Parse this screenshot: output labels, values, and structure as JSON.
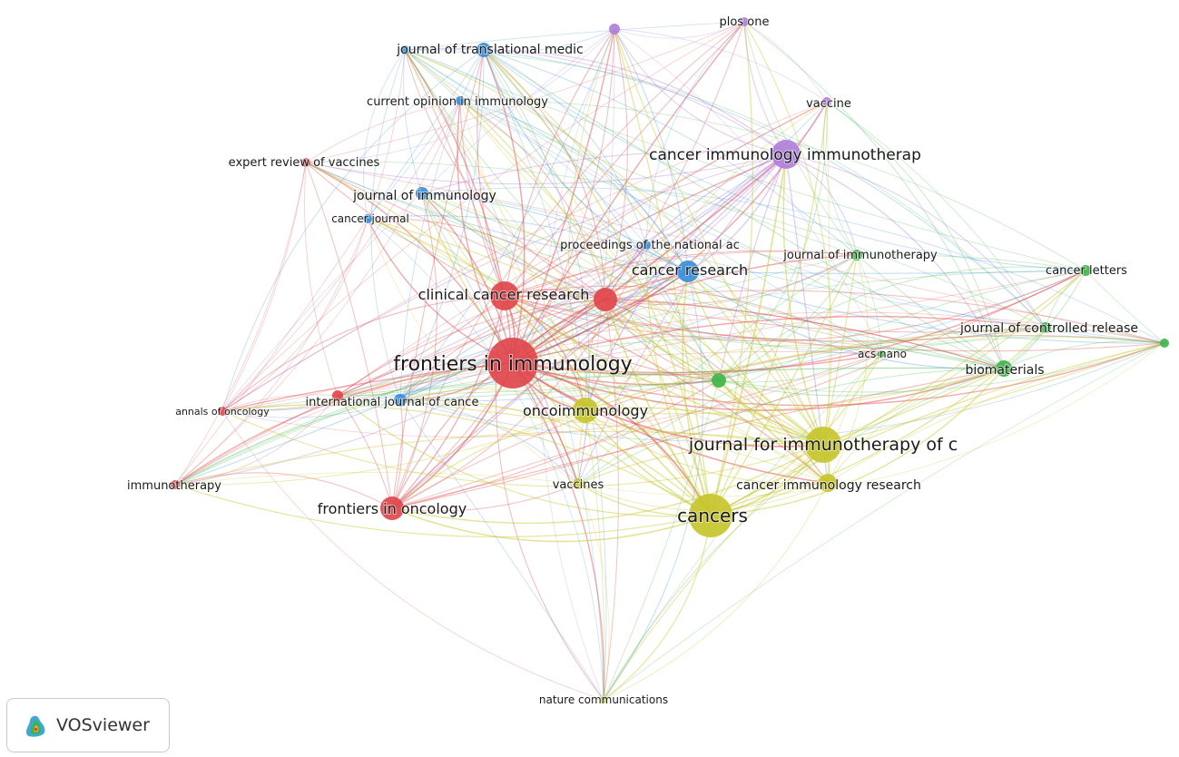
{
  "colors": {
    "red": "#e0474c",
    "blue": "#3a8fd9",
    "green": "#3fb54a",
    "yellow": "#c6c62b",
    "purple": "#b07fd8"
  },
  "nodes": [
    {
      "id": "frontiers-in-immunology",
      "label": "frontiers in immunology",
      "cluster": "red"
    },
    {
      "id": "clinical-cancer-research",
      "label": "clinical cancer research",
      "cluster": "red"
    },
    {
      "id": "red-unlabeled",
      "label": "",
      "cluster": "red"
    },
    {
      "id": "frontiers-in-oncology",
      "label": "frontiers in oncology",
      "cluster": "red"
    },
    {
      "id": "international-journal-of-cance",
      "label": "international journal of cance",
      "cluster": "red"
    },
    {
      "id": "annals-of-oncology",
      "label": "annals of oncology",
      "cluster": "red"
    },
    {
      "id": "immunotherapy",
      "label": "immunotherapy",
      "cluster": "red"
    },
    {
      "id": "expert-review-of-vaccines",
      "label": "expert review of vaccines",
      "cluster": "red"
    },
    {
      "id": "cancer-research",
      "label": "cancer research",
      "cluster": "blue"
    },
    {
      "id": "journal-of-translational-medic",
      "label": "journal of translational medic",
      "cluster": "blue"
    },
    {
      "id": "current-opinion-in-immunology",
      "label": "current opinion in immunology",
      "cluster": "blue"
    },
    {
      "id": "journal-of-immunology",
      "label": "journal of immunology",
      "cluster": "blue"
    },
    {
      "id": "cancer-journal",
      "label": "cancer journal",
      "cluster": "blue"
    },
    {
      "id": "proceedings-of-the-national-ac",
      "label": "proceedings of the national ac",
      "cluster": "blue"
    },
    {
      "id": "blue-top-unlabeled",
      "label": "",
      "cluster": "blue"
    },
    {
      "id": "blue-int-unlabeled",
      "label": "",
      "cluster": "blue"
    },
    {
      "id": "cancer-immunology-immunotherap",
      "label": "cancer immunology immunotherap",
      "cluster": "purple"
    },
    {
      "id": "plos-one",
      "label": "plos one",
      "cluster": "purple"
    },
    {
      "id": "vaccine",
      "label": "vaccine",
      "cluster": "purple"
    },
    {
      "id": "purple-unlabeled",
      "label": "",
      "cluster": "purple"
    },
    {
      "id": "journal-of-immunotherapy",
      "label": "journal of immunotherapy",
      "cluster": "green"
    },
    {
      "id": "cancer-letters",
      "label": "cancer letters",
      "cluster": "green"
    },
    {
      "id": "journal-of-controlled-release",
      "label": "journal of controlled release",
      "cluster": "green"
    },
    {
      "id": "biomaterials",
      "label": "biomaterials",
      "cluster": "green"
    },
    {
      "id": "acs-nano",
      "label": "acs nano",
      "cluster": "green"
    },
    {
      "id": "green-unlabeled-1",
      "label": "",
      "cluster": "green"
    },
    {
      "id": "green-unlabeled-2",
      "label": "",
      "cluster": "green"
    },
    {
      "id": "cancers",
      "label": "cancers",
      "cluster": "yellow"
    },
    {
      "id": "journal-for-immunotherapy-of-c",
      "label": "journal for immunotherapy of c",
      "cluster": "yellow"
    },
    {
      "id": "oncoimmunology",
      "label": "oncoimmunology",
      "cluster": "yellow"
    },
    {
      "id": "cancer-immunology-research",
      "label": "cancer immunology research",
      "cluster": "yellow"
    },
    {
      "id": "vaccines",
      "label": "vaccines",
      "cluster": "yellow"
    },
    {
      "id": "nature-communications",
      "label": "nature communications",
      "cluster": "yellow"
    }
  ],
  "branding": {
    "label": "VOSviewer",
    "logo_icon": "vosviewer-logo-icon"
  }
}
